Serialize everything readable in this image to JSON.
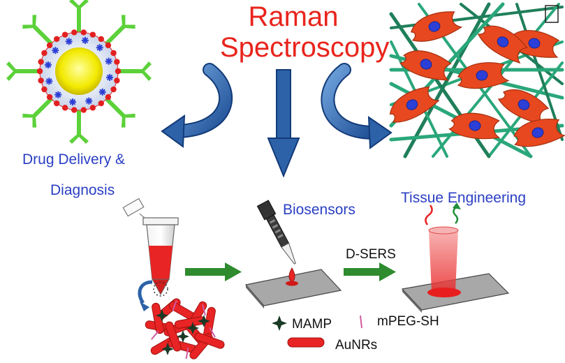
{
  "title": {
    "line1": "Raman",
    "line2": "Spectroscopy"
  },
  "labels": {
    "drug_delivery_line1": "Drug Delivery &",
    "drug_delivery_line2": "Diagnosis",
    "biosensors": "Biosensors",
    "tissue_engineering": "Tissue Engineering",
    "dsers": "D-SERS"
  },
  "legend": {
    "mamp": "MAMP",
    "mpeg": "mPEG-SH",
    "aunrs": "AuNRs"
  },
  "colors": {
    "title": "#e8241c",
    "label_blue": "#2a3fc4",
    "arrow_blue": "#1f5aa6",
    "arrow_green": "#2e8b2e",
    "nanoparticle_core": "#f2ea00",
    "antibody_green": "#5cd13a",
    "tissue_cell": "#e8481f",
    "cell_nucleus": "#2c3fd6",
    "aunr_red": "#e82424"
  }
}
